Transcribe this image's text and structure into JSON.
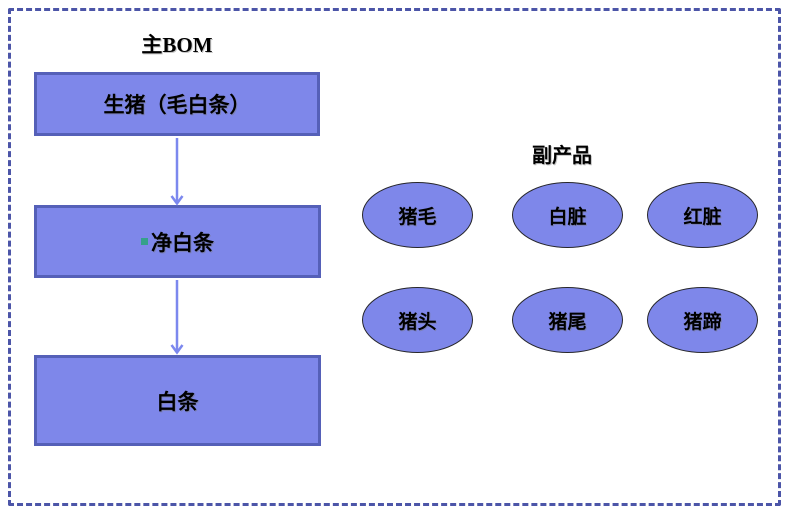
{
  "main_bom": {
    "title": "主BOM",
    "nodes": [
      {
        "label": "生猪（毛白条）"
      },
      {
        "label": "净白条"
      },
      {
        "label": "白条"
      }
    ],
    "connections": [
      {
        "from": "生猪（毛白条）",
        "to": "净白条"
      },
      {
        "from": "净白条",
        "to": "白条"
      }
    ]
  },
  "byproducts": {
    "title": "副产品",
    "items": [
      "猪毛",
      "白脏",
      "红脏",
      "猪头",
      "猪尾",
      "猪蹄"
    ]
  },
  "icons": {
    "bullet": "teal-square-bullet"
  },
  "colors": {
    "node_fill": "#7E87EA",
    "node_border": "#5560B8",
    "ellipse_border": "#26262B",
    "arrow": "#7C88EE",
    "frame_border": "#4C55A8",
    "bullet": "#35A08A",
    "text": "#000000",
    "background": "#FFFFFF"
  }
}
